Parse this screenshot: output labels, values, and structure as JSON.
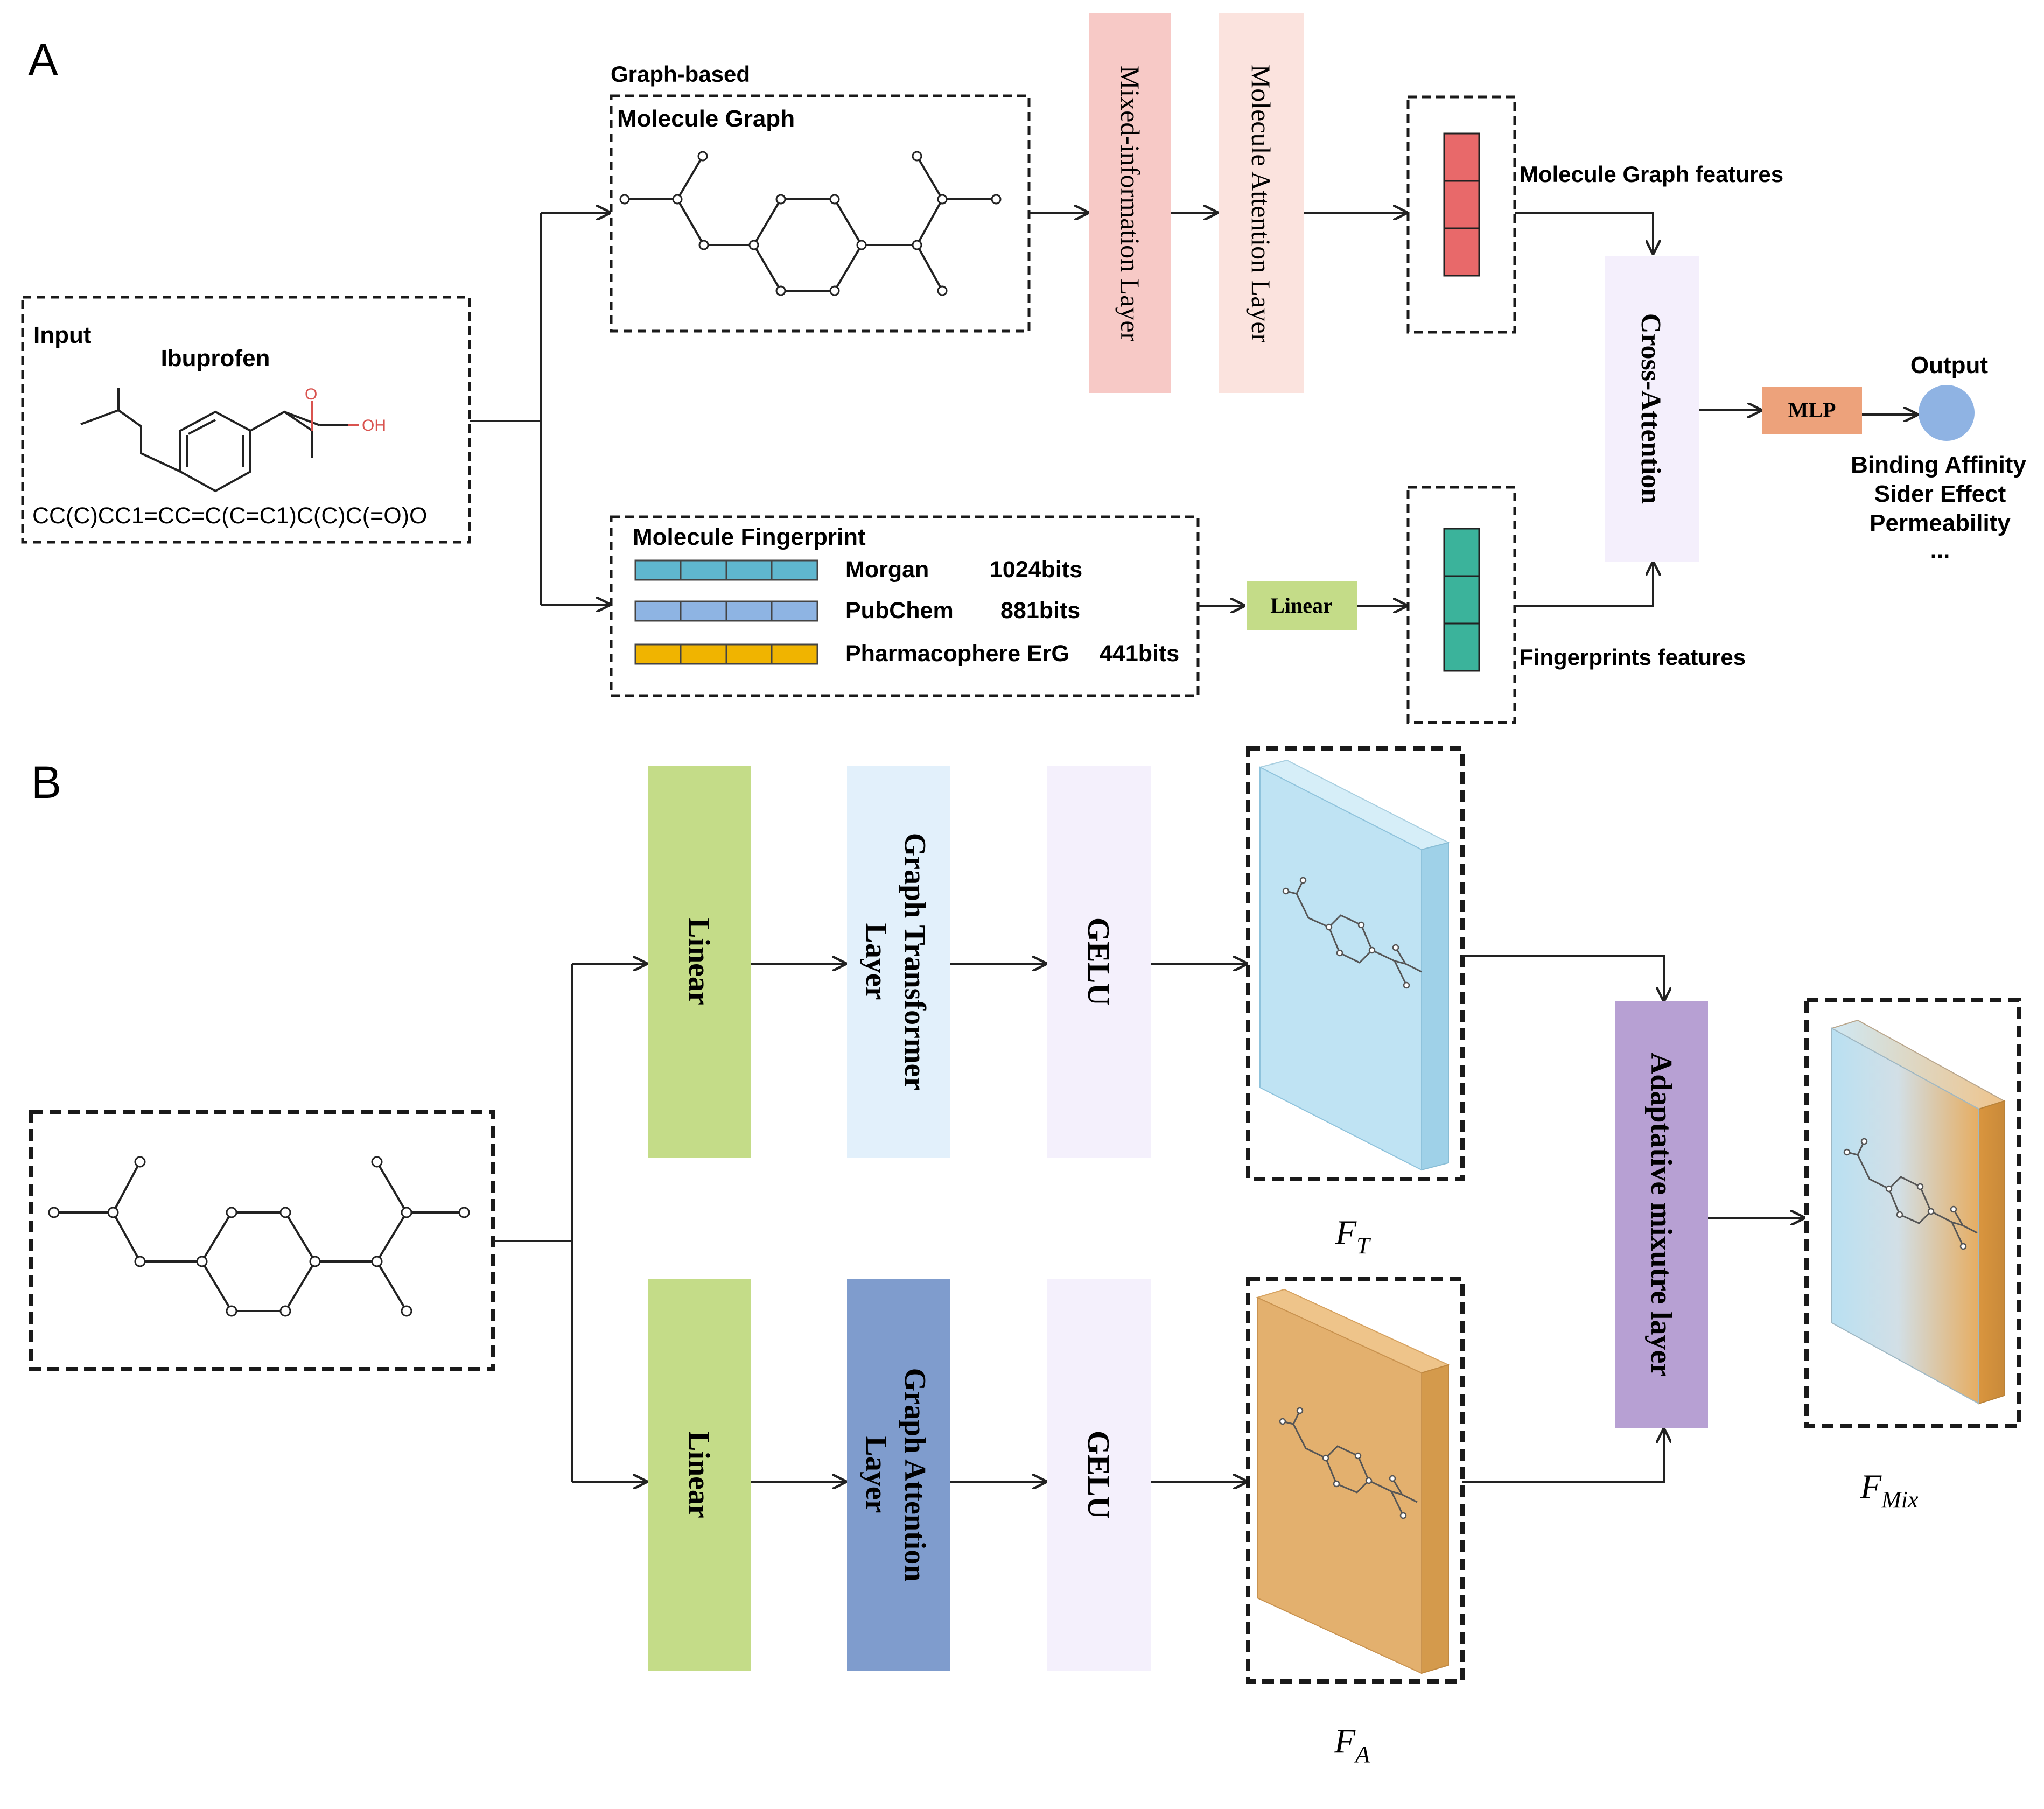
{
  "panel_a": {
    "label": "A",
    "input": {
      "title": "Input",
      "name": "Ibuprofen",
      "smiles": "CC(C)CC1=CC=C(C=C1)C(C)C(=O)O",
      "oxygen_label": "O",
      "hydroxyl_label": "OH"
    },
    "graph_branch": {
      "caption": "Graph-based",
      "box_title": "Molecule Graph"
    },
    "mixed_information_layer": "Mixed-information Layer",
    "molecule_attention_layer": "Molecule Attention Layer",
    "graph_features_label": "Molecule Graph features",
    "fingerprint": {
      "title": "Molecule Fingerprint",
      "rows": [
        {
          "name": "Morgan",
          "bits": "1024bits",
          "color": "#5fb7cf"
        },
        {
          "name": "PubChem",
          "bits": "881bits",
          "color": "#8eb4e3"
        },
        {
          "name": "Pharmacophere ErG",
          "bits": "441bits",
          "color": "#f0b400"
        }
      ]
    },
    "linear_label": "Linear",
    "fingerprint_features_label": "Fingerprints features",
    "cross_attention": "Cross-Attention",
    "mlp": "MLP",
    "output": {
      "title": "Output",
      "items": [
        "Binding Affinity",
        "Sider Effect",
        "Permeability",
        "..."
      ]
    }
  },
  "panel_b": {
    "label": "B",
    "top_row": {
      "linear": "Linear",
      "layer_line1": "Graph Transformer",
      "layer_line2": "Layer",
      "activation": "GELU",
      "feature_symbol": "F",
      "feature_subscript": "T"
    },
    "bottom_row": {
      "linear": "Linear",
      "layer_line1": "Graph Attention",
      "layer_line2": "Layer",
      "activation": "GELU",
      "feature_symbol": "F",
      "feature_subscript": "A"
    },
    "mixture_layer": "Adaptative mixutre layer",
    "mix_symbol": "F",
    "mix_subscript": "Mix"
  },
  "colors": {
    "red_feature": "#e8696a",
    "teal_feature": "#3bb39b",
    "mixed_layer": "#f7c9c6",
    "attention_layer": "#fbe3de",
    "cross_attention": "#f4effc",
    "mlp": "#eda27b",
    "linear_green": "#c4dc88",
    "output_circle": "#8fb3e3",
    "transformer_layer": "#e2f0fb",
    "attention_layer_b": "#7f9ccd",
    "gelu": "#f4f0fc",
    "mixture_layer_b": "#b7a0d3",
    "block_blue": "#bfe3f3",
    "block_orange": "#e3b06e"
  }
}
